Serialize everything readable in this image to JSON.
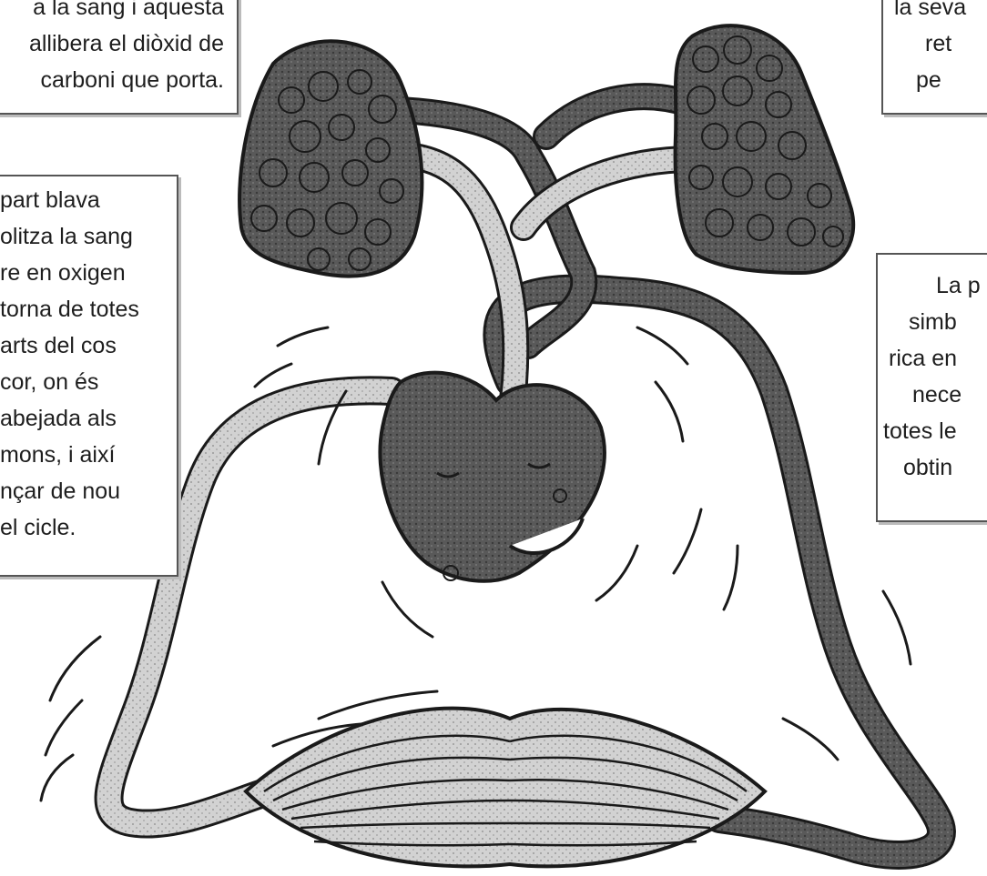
{
  "boxes": {
    "top_left": [
      "a la sang i aquesta",
      "allibera el diòxid de",
      "carboni que porta."
    ],
    "top_right": [
      "la seva",
      "ret",
      "pe"
    ],
    "left": [
      "part blava",
      "olitza la sang",
      "re en oxigen",
      "torna de totes",
      "arts del cos",
      "cor, on és",
      "abejada als",
      "mons, i així",
      "nçar de nou",
      "el cicle."
    ],
    "right": [
      "La p",
      "simb",
      "rica en",
      "nece",
      "totes le",
      "obtin"
    ]
  },
  "colors": {
    "dark_vessel": "#5a5a5a",
    "light_vessel": "#c8c8c8",
    "outline": "#1a1a1a",
    "lung_fill": "#4a4a4a"
  }
}
